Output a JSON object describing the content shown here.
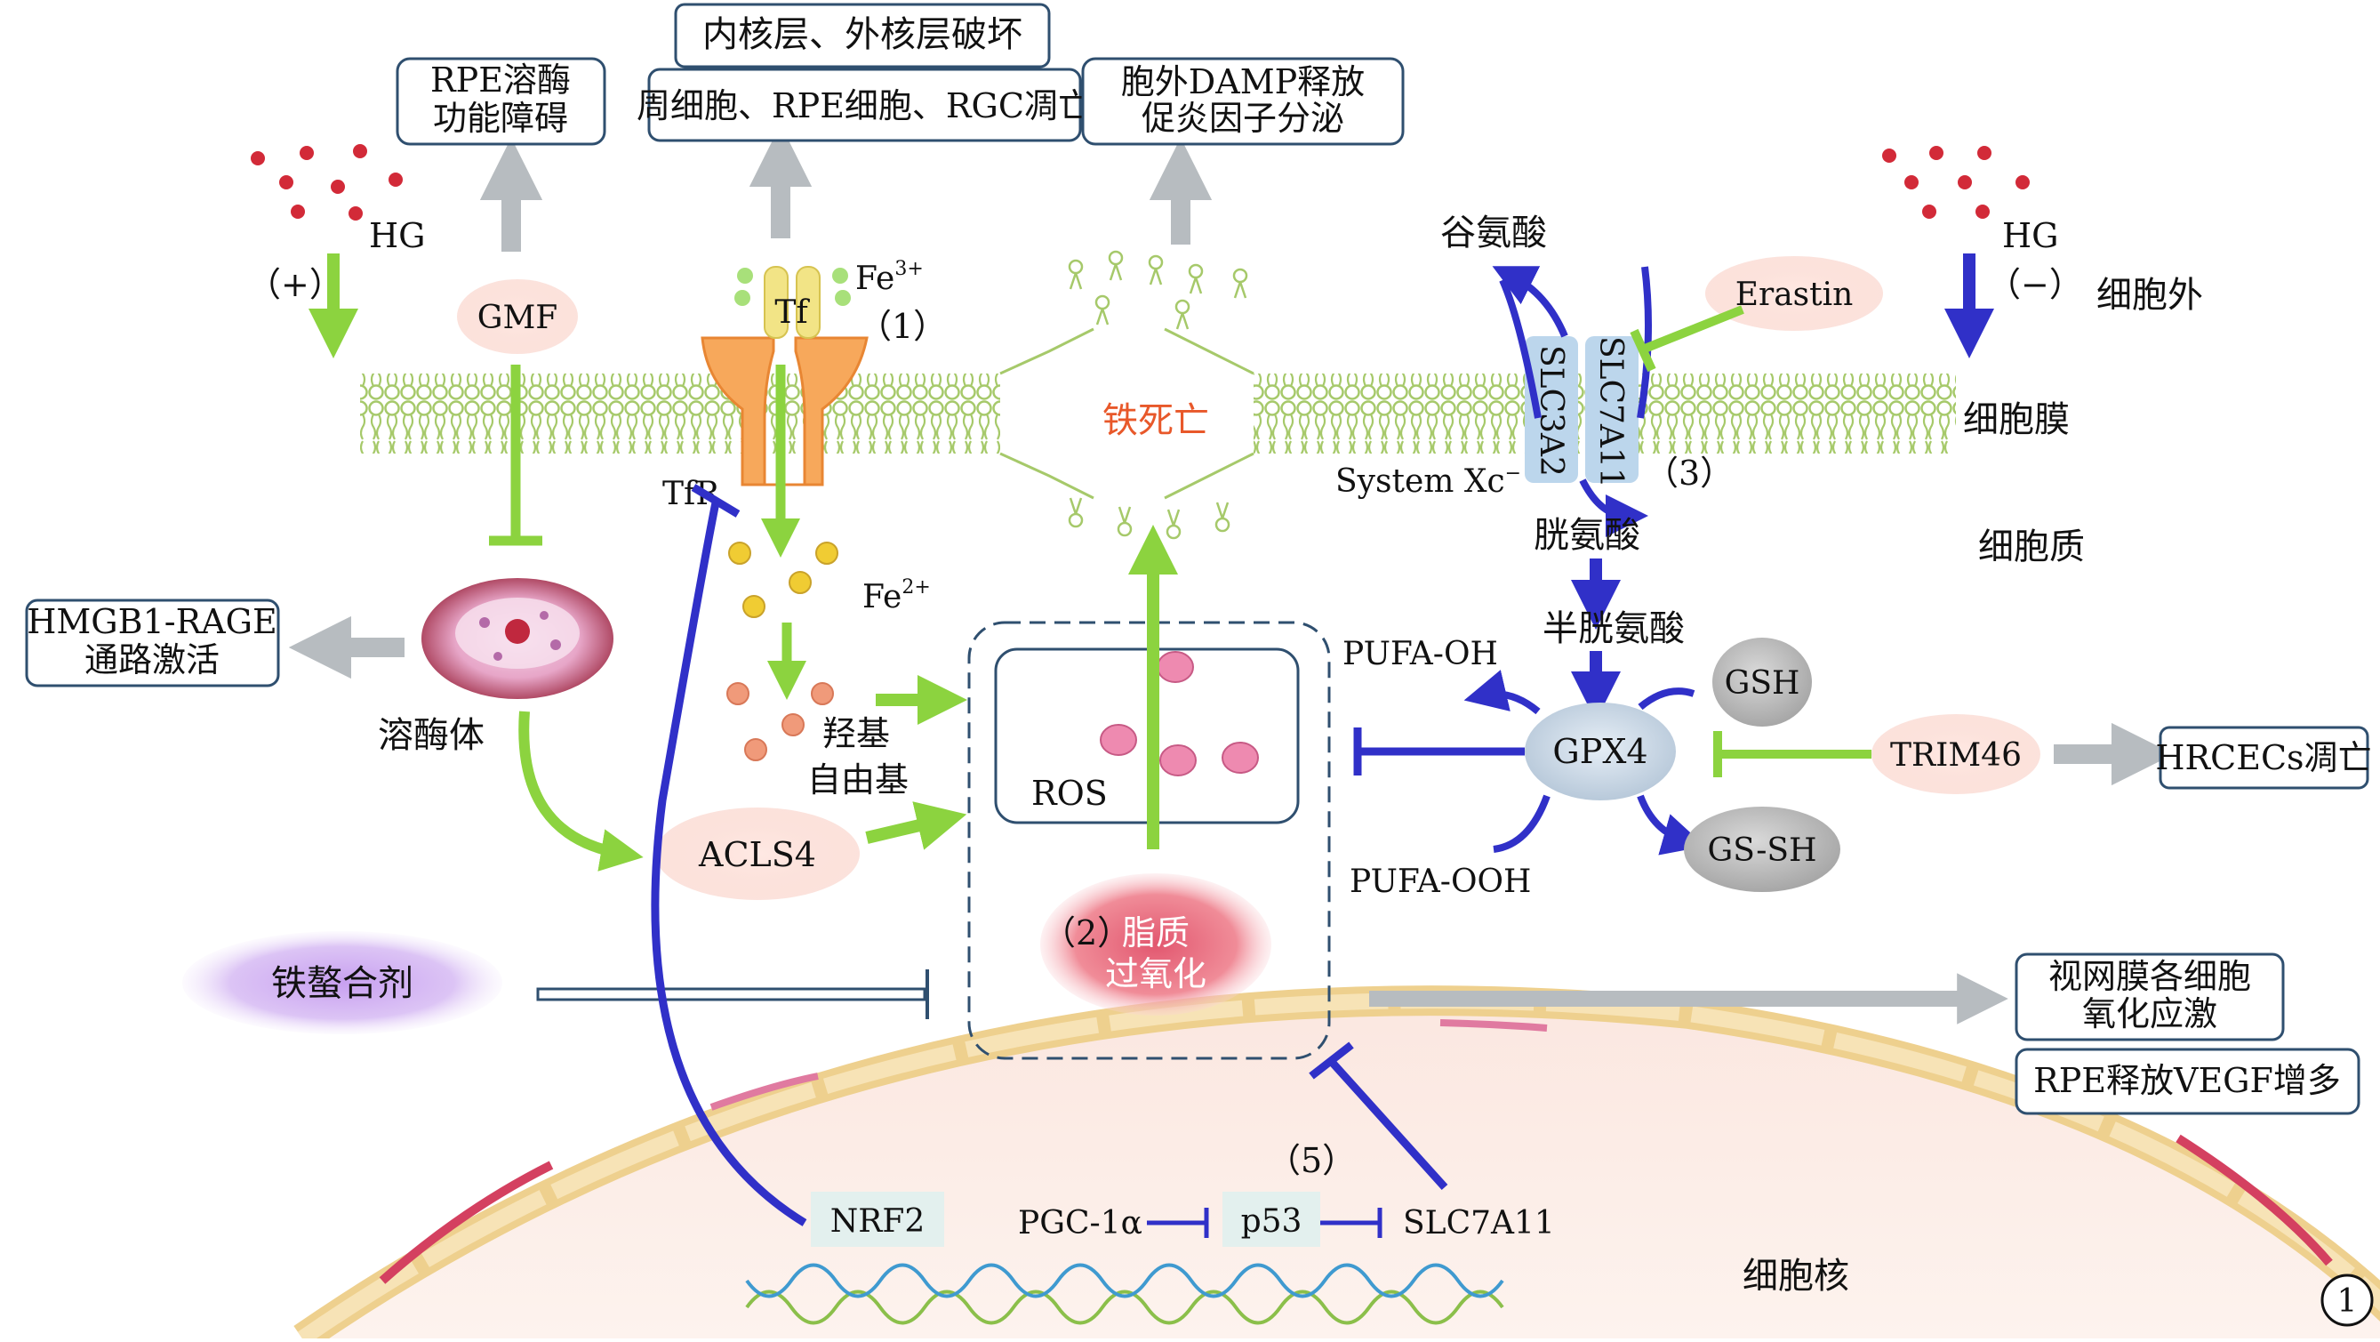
{
  "colors": {
    "green_arrow": "#8cd33f",
    "blue_arrow": "#3030c8",
    "gray_arrow": "#b7bcc0",
    "box_border": "#2f4f6f",
    "title_red": "#e8582a",
    "membrane": "#c9e29a",
    "lipid_peroxidation": "#e8768a",
    "chelator": "#b78ae6"
  },
  "outcomes": {
    "rpe_lysosome": [
      "RPE溶酶",
      "功能障碍"
    ],
    "nuclear_layers": "内核层、外核层破坏",
    "cell_apoptosis": "周细胞、RPE细胞、RGC凋亡",
    "damp": [
      "胞外DAMP释放",
      "促炎因子分泌"
    ],
    "hmgb1": [
      "HMGB1-RAGE",
      "通路激活"
    ],
    "hrcec": "HRCECs凋亡",
    "retina_stress": [
      "视网膜各细胞",
      "氧化应激"
    ],
    "vegf": "RPE释放VEGF增多"
  },
  "labels": {
    "hg_left": "HG",
    "hg_right": "HG",
    "plus": "（+）",
    "minus": "（−）",
    "extracellular": "细胞外",
    "membrane": "细胞膜",
    "cytoplasm": "细胞质",
    "nucleus": "细胞核",
    "gmf": "GMF",
    "tf": "Tf",
    "fe3_base": "Fe",
    "fe3_sup": "3+",
    "fe2_base": "Fe",
    "fe2_sup": "2+",
    "tfr": "TfR",
    "path1": "（1）",
    "path2": "（2）",
    "path3": "（3）",
    "path5": "（5）",
    "ferroptosis": "铁死亡",
    "glutamate": "谷氨酸",
    "erastin": "Erastin",
    "slc3a2": "SLC3A2",
    "slc7a11": "SLC7A11",
    "system_xc": "System Xc",
    "system_xc_sup": "−",
    "cystine": "胱氨酸",
    "cysteine": "半胱氨酸",
    "lysosome": "溶酶体",
    "hydroxyl": [
      "羟基",
      "自由基"
    ],
    "acls4": "ACLS4",
    "ros": "ROS",
    "lipid_peroxidation": [
      "脂质",
      "过氧化"
    ],
    "pufa_oh": "PUFA-OH",
    "pufa_ooh": "PUFA-OOH",
    "gpx4": "GPX4",
    "gsh": "GSH",
    "gs_sh": "GS-SH",
    "trim46": "TRIM46",
    "iron_chelator": "铁螯合剂",
    "nrf2": "NRF2",
    "pgc1a": "PGC-1α",
    "p53": "p53",
    "slc7a11_nuc": "SLC7A11",
    "figure_number": "1"
  }
}
